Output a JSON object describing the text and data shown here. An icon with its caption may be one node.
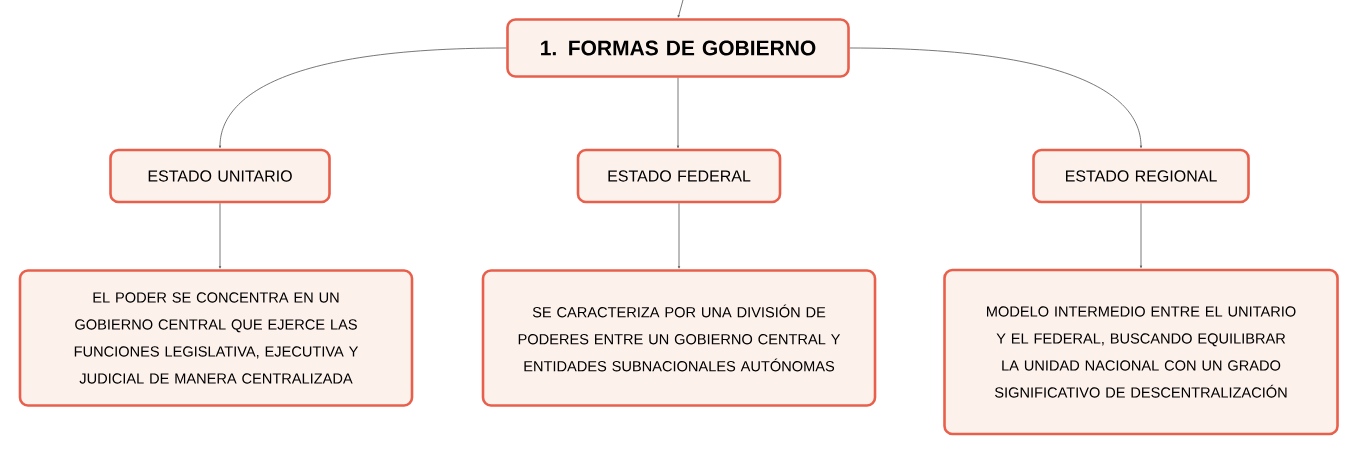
{
  "diagram": {
    "nodes": [
      {
        "text": [
          "1. FORMAS DE GOBIERNO"
        ]
      },
      {
        "text": [
          "ESTADO UNITARIO"
        ]
      },
      {
        "text": [
          "ESTADO FEDERAL"
        ]
      },
      {
        "text": [
          "ESTADO REGIONAL"
        ]
      },
      {
        "text": [
          "EL PODER SE CONCENTRA EN UN GOBIERNO CENTRAL QUE EJERCE LAS FUNCIONES LEGISLATIVA, EJECUTIVA Y JUDICIAL DE MANERA CENTRALIZADA"
        ]
      },
      {
        "text": [
          "SE CARACTERIZA POR UNA DIVISIÓN DE PODERES ENTRE UN GOBIERNO CENTRAL Y ENTIDADES SUBNACIONALES AUTÓNOMAS"
        ]
      },
      {
        "text": [
          "MODELO INTERMEDIO ENTRE EL UNITARIO Y EL FEDERAL, BUSCANDO EQUILIBRAR LA UNIDAD NACIONAL CON UN GRADO SIGNIFICATIVO DE DESCENTRALIZACIÓN"
        ]
      }
    ],
    "edges": [
      {
        "from": null,
        "to": 0,
        "arrow": "to"
      },
      {
        "from": 0,
        "to": 1,
        "arrow": "to"
      },
      {
        "from": 0,
        "to": 2,
        "arrow": "to"
      },
      {
        "from": 0,
        "to": 3,
        "arrow": "to"
      },
      {
        "from": 1,
        "to": 4,
        "arrow": "to"
      },
      {
        "from": 2,
        "to": 5,
        "arrow": "to"
      },
      {
        "from": 3,
        "to": 6,
        "arrow": "to"
      }
    ]
  }
}
